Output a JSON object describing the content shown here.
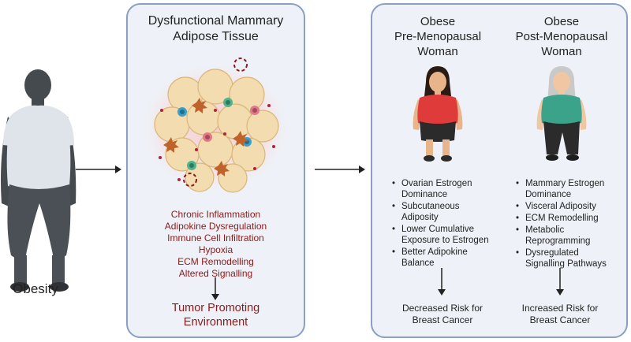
{
  "obesity_label": "Obesity",
  "middle_panel": {
    "title_line1": "Dysfunctional Mammary",
    "title_line2": "Adipose Tissue",
    "effects": [
      "Chronic Inflammation",
      "Adipokine Dysregulation",
      "Immune Cell Infiltration",
      "Hypoxia",
      "ECM Remodelling",
      "Altered Signalling"
    ],
    "outcome_line1": "Tumor Promoting",
    "outcome_line2": "Environment"
  },
  "pre_menopausal": {
    "title_line1": "Obese",
    "title_line2": "Pre-Menopausal",
    "title_line3": "Woman",
    "bullets": [
      [
        "Ovarian Estrogen",
        "Dominance"
      ],
      [
        "Subcutaneous",
        "Adiposity"
      ],
      [
        "Lower Cumulative",
        "Exposure to Estrogen"
      ],
      [
        "Better Adipokine",
        "Balance"
      ]
    ],
    "risk_line1": "Decreased Risk for",
    "risk_line2": "Breast Cancer"
  },
  "post_menopausal": {
    "title_line1": "Obese",
    "title_line2": "Post-Menopausal",
    "title_line3": "Woman",
    "bullets": [
      [
        "Mammary Estrogen",
        "Dominance"
      ],
      [
        "Visceral Adiposity"
      ],
      [
        "ECM Remodelling"
      ],
      [
        "Metabolic",
        "Reprogramming"
      ],
      [
        "Dysregulated",
        "Signalling Pathways"
      ]
    ],
    "risk_line1": "Increased Risk for",
    "risk_line2": "Breast Cancer"
  },
  "colors": {
    "panel_border": "#8a9fc3",
    "panel_fill": "#eef2f8",
    "effect_text": "#8b1a1a",
    "silhouette": "#454a4f",
    "shirt": "#dfe3ea",
    "pants": "#4a5056",
    "pre_dress": "#e03b3b",
    "post_shirt": "#3aa38a",
    "adipocyte": "#f3dcb0"
  },
  "icons": {
    "obese-person": "person-silhouette-icon",
    "tissue": "adipose-tissue-icon",
    "pre-woman": "woman-icon",
    "post-woman": "older-woman-icon"
  }
}
